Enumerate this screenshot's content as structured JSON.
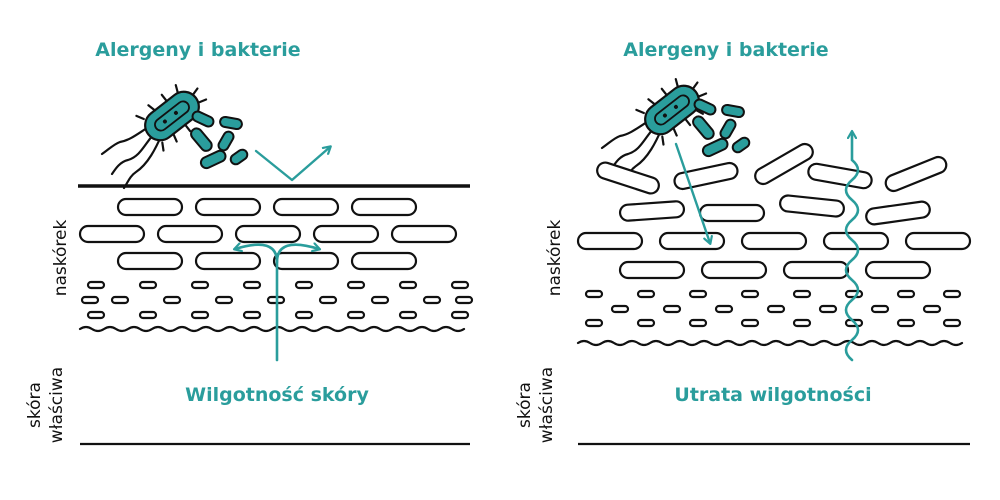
{
  "panels": [
    {
      "id": "healthy",
      "top_label": "Alergeny i bakterie",
      "bottom_label": "Wilgotność skóry",
      "layer_epidermis": "naskórek",
      "layer_dermis_line1": "skóra",
      "layer_dermis_line2": "właściwa"
    },
    {
      "id": "damaged",
      "top_label": "Alergeny i bakterie",
      "bottom_label": "Utrata wilgotności",
      "layer_epidermis": "naskórek",
      "layer_dermis_line1": "skóra",
      "layer_dermis_line2": "właściwa"
    }
  ],
  "colors": {
    "accent": "#2a9d9c",
    "accent_dark": "#1f7f80",
    "ink": "#111111"
  },
  "icons": [
    "bacterium-icon",
    "allergen-particles-icon",
    "reflect-arrow-icon",
    "moisture-arrow-icon",
    "wavy-arrow-icon"
  ]
}
